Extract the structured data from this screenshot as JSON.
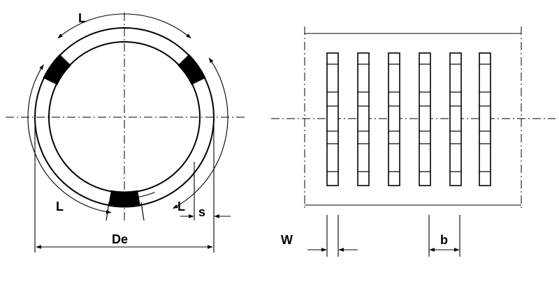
{
  "labels": {
    "arc_top": "L",
    "arc_bottom_left": "L",
    "arc_bottom_right": "L",
    "gap": "s",
    "diameter": "De",
    "width": "W",
    "spacing": "b"
  }
}
